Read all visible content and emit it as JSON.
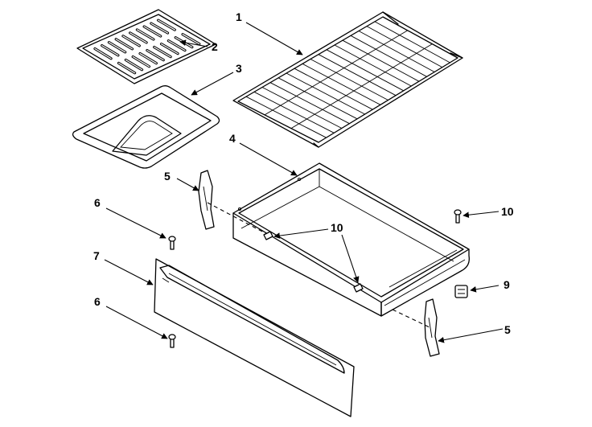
{
  "callouts": [
    {
      "id": "1",
      "label": "1"
    },
    {
      "id": "2",
      "label": "2"
    },
    {
      "id": "3",
      "label": "3"
    },
    {
      "id": "4",
      "label": "4"
    },
    {
      "id": "5a",
      "label": "5"
    },
    {
      "id": "5b",
      "label": "5"
    },
    {
      "id": "6a",
      "label": "6"
    },
    {
      "id": "6b",
      "label": "6"
    },
    {
      "id": "7",
      "label": "7"
    },
    {
      "id": "9",
      "label": "9"
    },
    {
      "id": "10a",
      "label": "10"
    },
    {
      "id": "10b",
      "label": "10"
    }
  ]
}
